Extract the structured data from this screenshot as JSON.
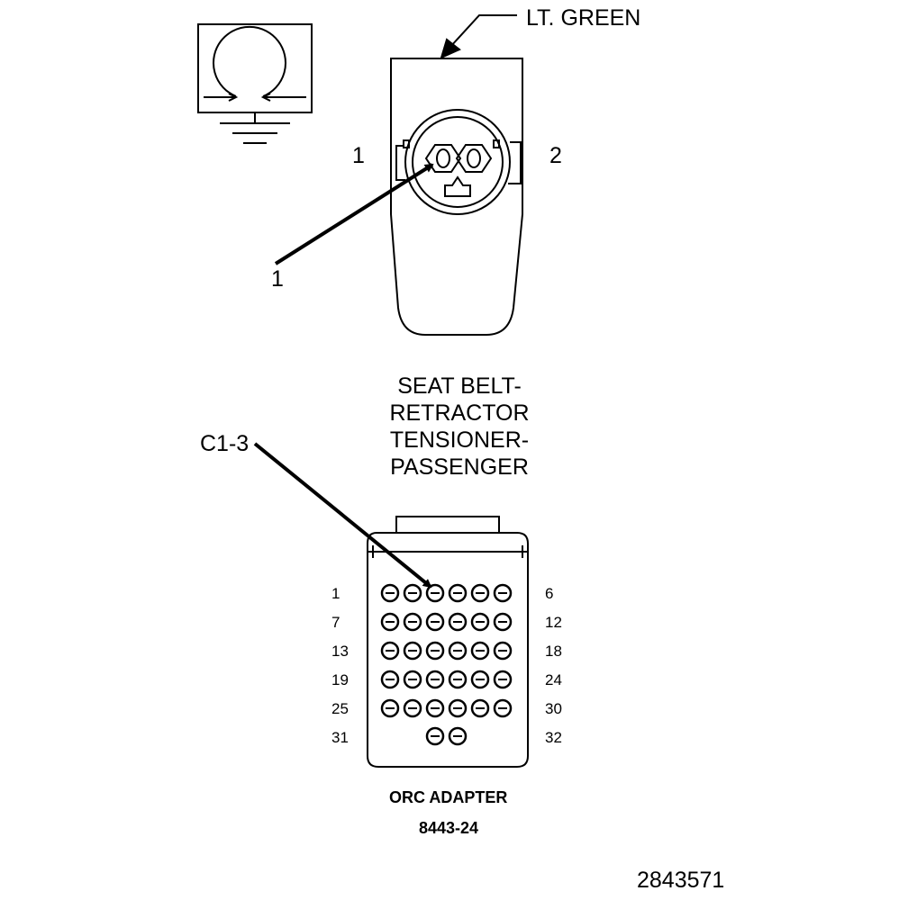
{
  "wire_color_label": "LT. GREEN",
  "component_connector": {
    "cavity_labels": [
      "1",
      "2"
    ],
    "callout": "1",
    "title_lines": [
      "SEAT BELT-",
      "RETRACTOR",
      "TENSIONER-",
      "PASSENGER"
    ]
  },
  "adapter": {
    "callout": "C1-3",
    "left_pin_labels": [
      "1",
      "7",
      "13",
      "19",
      "25",
      "31"
    ],
    "right_pin_labels": [
      "6",
      "12",
      "18",
      "24",
      "30",
      "32"
    ],
    "name": "ORC ADAPTER",
    "part_number": "8443-24"
  },
  "figure_number": "2843571"
}
